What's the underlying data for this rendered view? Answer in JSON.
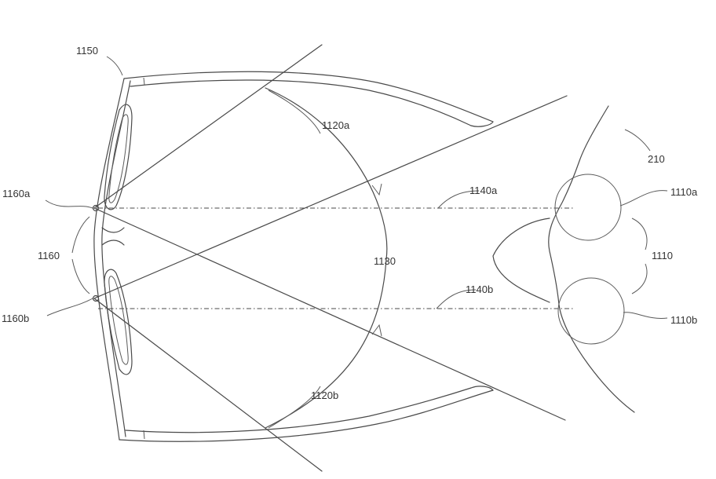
{
  "labels": {
    "frame": "1150",
    "fov_a": "1120a",
    "fov_b": "1120b",
    "overlap": "1130",
    "axis_a": "1140a",
    "axis_b": "1140b",
    "cam_pair": "1160",
    "cam_a": "1160a",
    "cam_b": "1160b",
    "eyes": "1110",
    "eye_a": "1110a",
    "eye_b": "1110b",
    "face": "210"
  }
}
